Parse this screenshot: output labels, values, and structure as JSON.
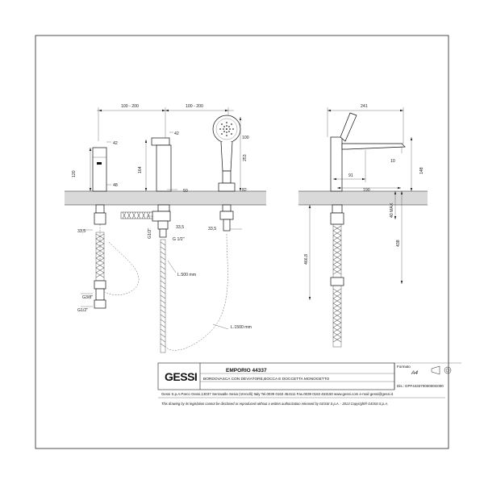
{
  "dimensions": {
    "spacing_left": "100 - 200",
    "spacing_right": "100 - 200",
    "d42_a": "42",
    "d42_b": "42",
    "d48": "48",
    "h120": "120",
    "h164": "164",
    "d50": "50",
    "d100": "100",
    "d82": "82",
    "h253": "253",
    "d335_a": "33,5",
    "d335_b": "33,5",
    "d335_c": "33,5",
    "g12_thread": "G 1/2\"",
    "g12_vert": "G1/2\"",
    "g38": "G3/8\"",
    "g12_bottom": "G1/2\"",
    "l500": "L.500 mm",
    "l1500": "L.1500 mm",
    "w241": "241",
    "d91": "91",
    "d10": "10",
    "h148": "148",
    "w190": "190",
    "h40max": "40 MAX",
    "h4668": "466,8",
    "h438": "438"
  },
  "title_block": {
    "brand": "GESSI",
    "product": "EMPORIO 44337",
    "formato_label": "Formato",
    "formato_value": "A4",
    "description": "BORDOVASCA CON DEVIATORE,BOCCA E DOCCETTA MONOGETTO",
    "dis_label": "Dis.:",
    "dis_value": "GPF44337000000G000",
    "address": "Gessi S.p.A.Parco Gessi,13037 Serravalle Sesia (Vercelli) Italy Tel.0039 0163 454111 Fax.0039 0163 453150 www.gessi.com e-mail gessi@gessi.it",
    "notice": "This drawing by its legislation cannot be disclosed or reproduced without a written authorization released by GESSI S.p.A. - 2013 Copyright® GESSI S.p.A."
  }
}
